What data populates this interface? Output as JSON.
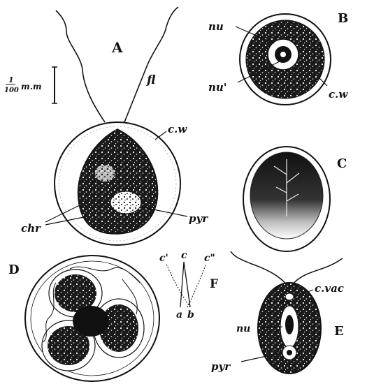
{
  "figures": {
    "A": {
      "letter": "A",
      "labels": {
        "flagellum": "fl",
        "cell_wall": "c.w",
        "chromatophore": "chr",
        "pyrenoid": "pyr"
      }
    },
    "B": {
      "letter": "B",
      "labels": {
        "nucleus": "nu",
        "nucleolus": "nu'",
        "cell_wall": "c.w"
      }
    },
    "C": {
      "letter": "C"
    },
    "D": {
      "letter": "D"
    },
    "E": {
      "letter": "E",
      "labels": {
        "contractile_vacuole": "c.vac",
        "nucleus": "nu",
        "pyrenoid": "pyr"
      }
    },
    "F": {
      "letter": "F",
      "labels": {
        "c": "c",
        "c_prime": "c'",
        "c_double_prime": "c\"",
        "a": "a",
        "b": "b"
      }
    }
  },
  "scale_bar": {
    "numerator": "1",
    "denominator": "100",
    "unit": "m.m"
  }
}
